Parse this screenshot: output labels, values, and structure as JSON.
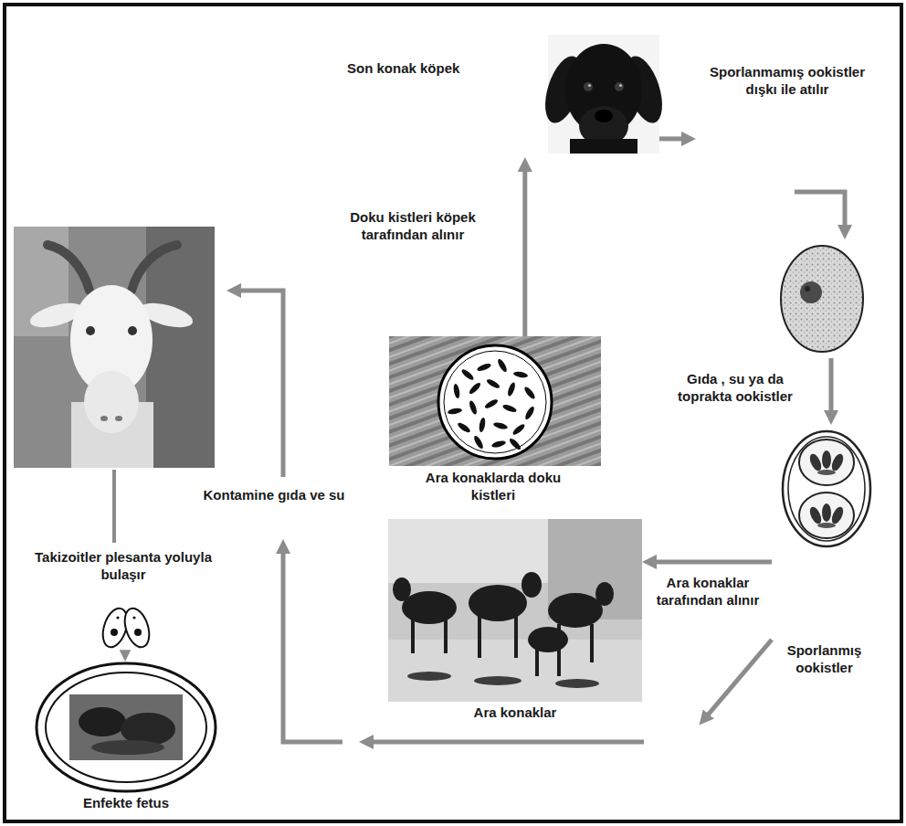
{
  "diagram": {
    "nodes": [
      {
        "text": [
          "Son konak köpek"
        ]
      },
      {
        "text": [
          "Sporlanmamış ookistler dışkı ile atılır"
        ]
      },
      {
        "text": [
          "Sporlanmış ookistler"
        ]
      },
      {
        "text": [
          "Ara konaklar"
        ]
      },
      {
        "text": [
          "Ara konaklarda doku kistleri"
        ]
      },
      {
        "text": [
          "Enfekte fetus"
        ]
      }
    ],
    "edges": [
      {
        "from": 0,
        "to": 1,
        "arrow": "to"
      },
      {
        "from": 1,
        "to": 2,
        "label": "Gıda , su ya da toprakta ookistler",
        "arrow": "to"
      },
      {
        "from": 2,
        "to": 3,
        "label": "Ara konaklar tarafından alınır",
        "arrow": "to"
      },
      {
        "from": 4,
        "to": 0,
        "label": "Doku kistleri köpek tarafından alınır",
        "arrow": "to"
      }
    ],
    "labels": [
      "Kontamine gıda ve su",
      "Takizoitler plesanta yoluyla bulaşır"
    ]
  }
}
